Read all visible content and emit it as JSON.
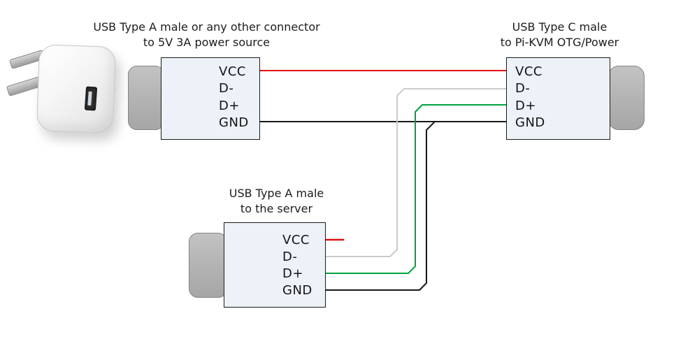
{
  "connectors": {
    "power_source": {
      "title_line1": "USB Type A male or any other connector",
      "title_line2": "to 5V 3A power source",
      "pins": [
        "VCC",
        "D-",
        "D+",
        "GND"
      ]
    },
    "pikvm": {
      "title_line1": "USB Type C male",
      "title_line2": "to Pi-KVM OTG/Power",
      "pins": [
        "VCC",
        "D-",
        "D+",
        "GND"
      ]
    },
    "server": {
      "title_line1": "USB Type A male",
      "title_line2": "to the server",
      "pins": [
        "VCC",
        "D-",
        "D+",
        "GND"
      ]
    }
  },
  "wires": {
    "vcc_color": "#e01212",
    "data_minus_color": "#cbcbcb",
    "data_plus_color": "#00a33e",
    "gnd_color": "#161616"
  },
  "images": {
    "charger": "white-usb-wall-power-adapter"
  }
}
